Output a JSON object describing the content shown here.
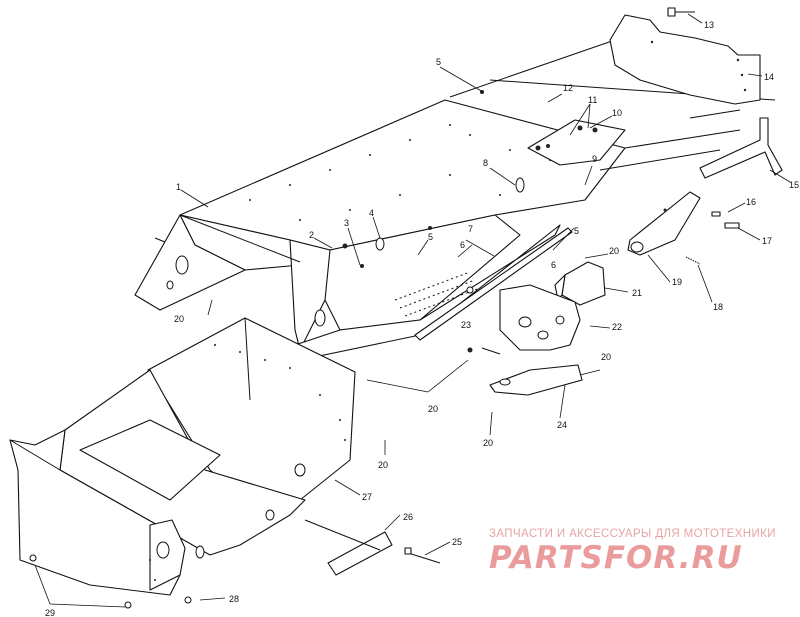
{
  "callouts": [
    {
      "id": "c1",
      "text": "1"
    },
    {
      "id": "c2",
      "text": "2"
    },
    {
      "id": "c3",
      "text": "3"
    },
    {
      "id": "c4",
      "text": "4"
    },
    {
      "id": "c5a",
      "text": "5"
    },
    {
      "id": "c5b",
      "text": "5"
    },
    {
      "id": "c5c",
      "text": "5"
    },
    {
      "id": "c6a",
      "text": "6"
    },
    {
      "id": "c6b",
      "text": "6"
    },
    {
      "id": "c7",
      "text": "7"
    },
    {
      "id": "c8",
      "text": "8"
    },
    {
      "id": "c9",
      "text": "9"
    },
    {
      "id": "c10",
      "text": "10"
    },
    {
      "id": "c11",
      "text": "11"
    },
    {
      "id": "c12",
      "text": "12"
    },
    {
      "id": "c13",
      "text": "13"
    },
    {
      "id": "c14",
      "text": "14"
    },
    {
      "id": "c15",
      "text": "15"
    },
    {
      "id": "c16",
      "text": "16"
    },
    {
      "id": "c17",
      "text": "17"
    },
    {
      "id": "c18",
      "text": "18"
    },
    {
      "id": "c19",
      "text": "19"
    },
    {
      "id": "c20a",
      "text": "20"
    },
    {
      "id": "c20b",
      "text": "20"
    },
    {
      "id": "c20c",
      "text": "20"
    },
    {
      "id": "c20d",
      "text": "20"
    },
    {
      "id": "c20e",
      "text": "20"
    },
    {
      "id": "c20f",
      "text": "20"
    },
    {
      "id": "c21",
      "text": "21"
    },
    {
      "id": "c22",
      "text": "22"
    },
    {
      "id": "c23",
      "text": "23"
    },
    {
      "id": "c24",
      "text": "24"
    },
    {
      "id": "c25",
      "text": "25"
    },
    {
      "id": "c26",
      "text": "26"
    },
    {
      "id": "c27",
      "text": "27"
    },
    {
      "id": "c28",
      "text": "28"
    },
    {
      "id": "c29",
      "text": "29"
    }
  ],
  "watermark": {
    "tagline": "ЗАПЧАСТИ И АКСЕССУАРЫ ДЛЯ МОТОТЕХНИКИ",
    "logo": "PARTSFOR.RU"
  }
}
